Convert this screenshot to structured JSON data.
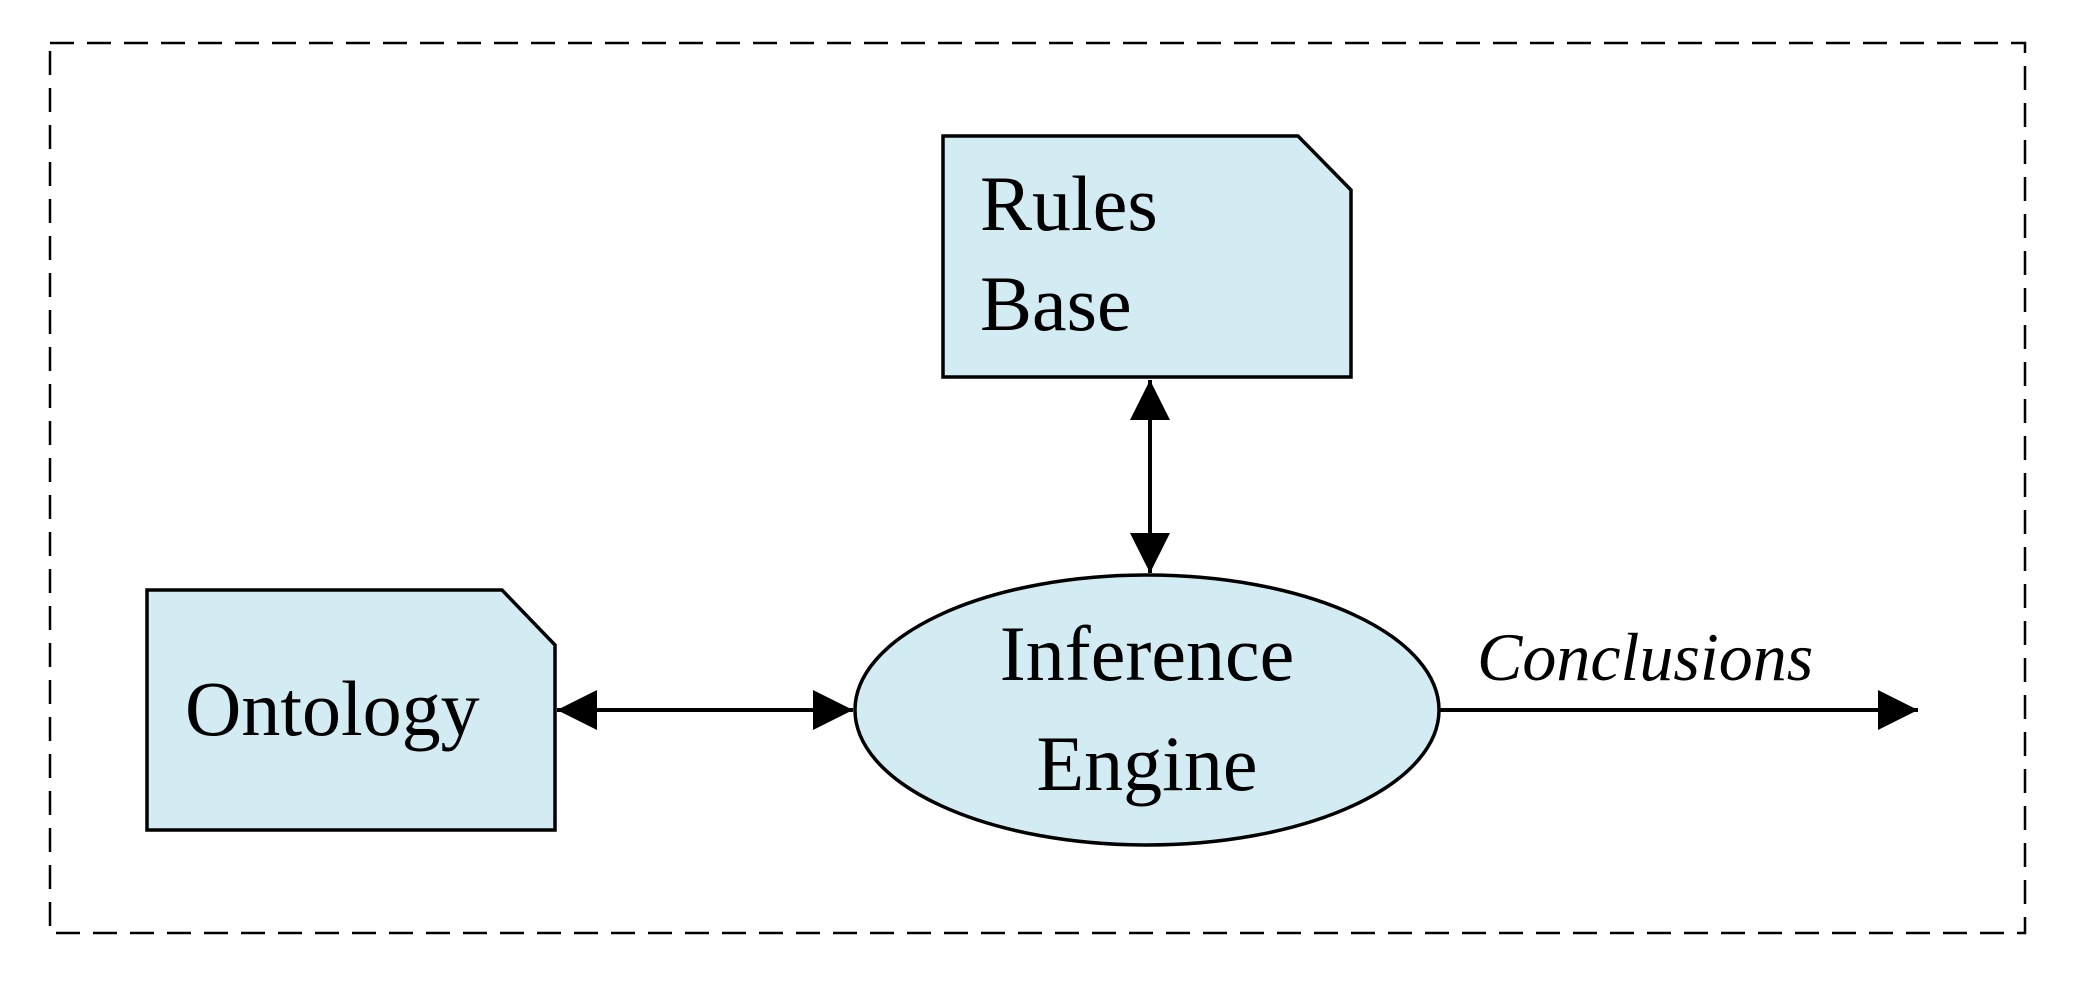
{
  "diagram": {
    "nodes": {
      "rules_base": {
        "label_line1": "Rules",
        "label_line2": "Base",
        "shape": "folded-corner-note"
      },
      "ontology": {
        "label": "Ontology",
        "shape": "folded-corner-note"
      },
      "inference_engine": {
        "label_line1": "Inference",
        "label_line2": "Engine",
        "shape": "ellipse"
      }
    },
    "edges": [
      {
        "from": "rules_base",
        "to": "inference_engine",
        "direction": "bidirectional"
      },
      {
        "from": "ontology",
        "to": "inference_engine",
        "direction": "bidirectional"
      },
      {
        "from": "inference_engine",
        "to": "output",
        "direction": "forward",
        "label": "Conclusions"
      }
    ],
    "colors": {
      "node_fill": "#d3ecf3",
      "stroke": "#000000",
      "boundary": "#000000"
    },
    "boundary_style": "dashed"
  }
}
